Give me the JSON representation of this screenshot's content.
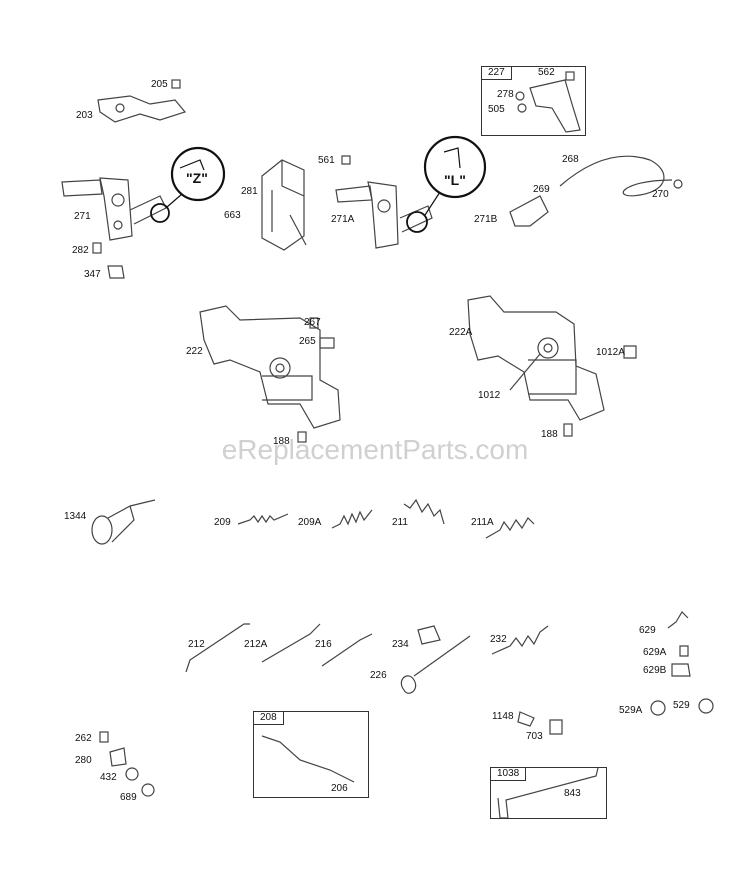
{
  "watermark": "eReplacementParts.com",
  "callouts": {
    "z": "\"Z\"",
    "l": "\"L\""
  },
  "boxes": {
    "b227": "227",
    "b208": "208",
    "b1038": "1038"
  },
  "labels": {
    "p205": "205",
    "p203": "203",
    "p271": "271",
    "p282": "282",
    "p347": "347",
    "p561": "561",
    "p281": "281",
    "p663": "663",
    "p271A": "271A",
    "p562": "562",
    "p278": "278",
    "p505": "505",
    "p268": "268",
    "p269": "269",
    "p271B": "271B",
    "p270": "270",
    "p267": "267",
    "p265": "265",
    "p222": "222",
    "p188a": "188",
    "p222A": "222A",
    "p1012A": "1012A",
    "p1012": "1012",
    "p188b": "188",
    "p1344": "1344",
    "p209": "209",
    "p209A": "209A",
    "p211": "211",
    "p211A": "211A",
    "p212": "212",
    "p212A": "212A",
    "p216": "216",
    "p234": "234",
    "p226": "226",
    "p232": "232",
    "p629": "629",
    "p629A": "629A",
    "p629B": "629B",
    "p529A": "529A",
    "p529": "529",
    "p262": "262",
    "p280": "280",
    "p432": "432",
    "p689": "689",
    "p206": "206",
    "p1148": "1148",
    "p703": "703",
    "p843": "843"
  }
}
